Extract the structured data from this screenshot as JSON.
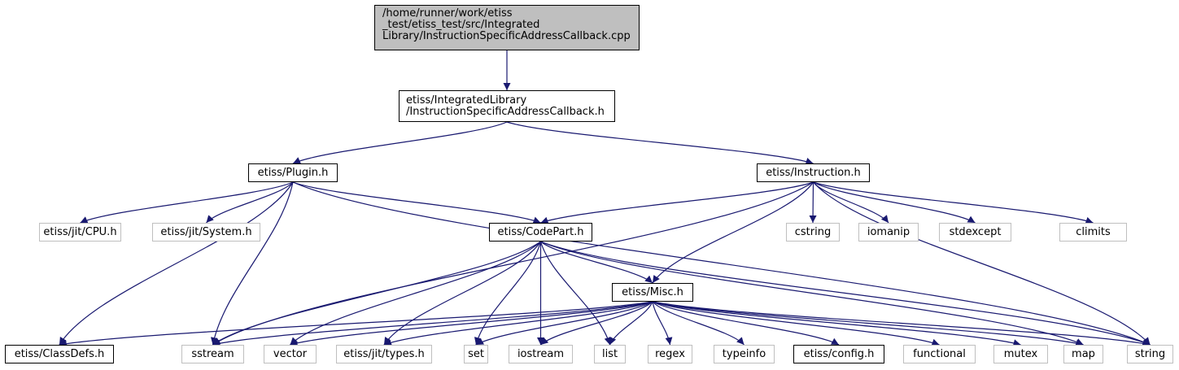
{
  "diagram": {
    "edge_color": "#191970",
    "external_border_color": "#bfbfbf",
    "root_fill": "#bfbfbf",
    "nodes": {
      "root": {
        "label": "/home/runner/work/etiss\n_test/etiss_test/src/Integrated\nLibrary/InstructionSpecificAddressCallback.cpp",
        "kind": "root"
      },
      "isac_h": {
        "label": "etiss/IntegratedLibrary\n/InstructionSpecificAddressCallback.h",
        "kind": "doc"
      },
      "plugin_h": {
        "label": "etiss/Plugin.h",
        "kind": "doc"
      },
      "instruction_h": {
        "label": "etiss/Instruction.h",
        "kind": "doc"
      },
      "cpu_h": {
        "label": "etiss/jit/CPU.h",
        "kind": "external"
      },
      "system_h": {
        "label": "etiss/jit/System.h",
        "kind": "external"
      },
      "codepart_h": {
        "label": "etiss/CodePart.h",
        "kind": "doc"
      },
      "cstring": {
        "label": "cstring",
        "kind": "external"
      },
      "iomanip": {
        "label": "iomanip",
        "kind": "external"
      },
      "stdexcept": {
        "label": "stdexcept",
        "kind": "external"
      },
      "climits": {
        "label": "climits",
        "kind": "external"
      },
      "misc_h": {
        "label": "etiss/Misc.h",
        "kind": "doc"
      },
      "classdefs_h": {
        "label": "etiss/ClassDefs.h",
        "kind": "doc"
      },
      "sstream": {
        "label": "sstream",
        "kind": "external"
      },
      "vector": {
        "label": "vector",
        "kind": "external"
      },
      "types_h": {
        "label": "etiss/jit/types.h",
        "kind": "external"
      },
      "set": {
        "label": "set",
        "kind": "external"
      },
      "iostream": {
        "label": "iostream",
        "kind": "external"
      },
      "list": {
        "label": "list",
        "kind": "external"
      },
      "regex": {
        "label": "regex",
        "kind": "external"
      },
      "typeinfo": {
        "label": "typeinfo",
        "kind": "external"
      },
      "config_h": {
        "label": "etiss/config.h",
        "kind": "doc"
      },
      "functional": {
        "label": "functional",
        "kind": "external"
      },
      "mutex": {
        "label": "mutex",
        "kind": "external"
      },
      "map": {
        "label": "map",
        "kind": "external"
      },
      "string": {
        "label": "string",
        "kind": "external"
      }
    },
    "edges": [
      [
        "root",
        "isac_h"
      ],
      [
        "isac_h",
        "plugin_h"
      ],
      [
        "isac_h",
        "instruction_h"
      ],
      [
        "plugin_h",
        "classdefs_h"
      ],
      [
        "plugin_h",
        "cpu_h"
      ],
      [
        "plugin_h",
        "system_h"
      ],
      [
        "plugin_h",
        "sstream"
      ],
      [
        "plugin_h",
        "codepart_h"
      ],
      [
        "plugin_h",
        "string"
      ],
      [
        "instruction_h",
        "sstream"
      ],
      [
        "instruction_h",
        "codepart_h"
      ],
      [
        "instruction_h",
        "misc_h"
      ],
      [
        "instruction_h",
        "cstring"
      ],
      [
        "instruction_h",
        "iomanip"
      ],
      [
        "instruction_h",
        "stdexcept"
      ],
      [
        "instruction_h",
        "climits"
      ],
      [
        "instruction_h",
        "string"
      ],
      [
        "codepart_h",
        "sstream"
      ],
      [
        "codepart_h",
        "vector"
      ],
      [
        "codepart_h",
        "types_h"
      ],
      [
        "codepart_h",
        "set"
      ],
      [
        "codepart_h",
        "iostream"
      ],
      [
        "codepart_h",
        "list"
      ],
      [
        "codepart_h",
        "misc_h"
      ],
      [
        "codepart_h",
        "map"
      ],
      [
        "codepart_h",
        "string"
      ],
      [
        "misc_h",
        "classdefs_h"
      ],
      [
        "misc_h",
        "sstream"
      ],
      [
        "misc_h",
        "vector"
      ],
      [
        "misc_h",
        "types_h"
      ],
      [
        "misc_h",
        "set"
      ],
      [
        "misc_h",
        "iostream"
      ],
      [
        "misc_h",
        "list"
      ],
      [
        "misc_h",
        "regex"
      ],
      [
        "misc_h",
        "typeinfo"
      ],
      [
        "misc_h",
        "config_h"
      ],
      [
        "misc_h",
        "functional"
      ],
      [
        "misc_h",
        "mutex"
      ],
      [
        "misc_h",
        "map"
      ],
      [
        "misc_h",
        "string"
      ]
    ]
  }
}
